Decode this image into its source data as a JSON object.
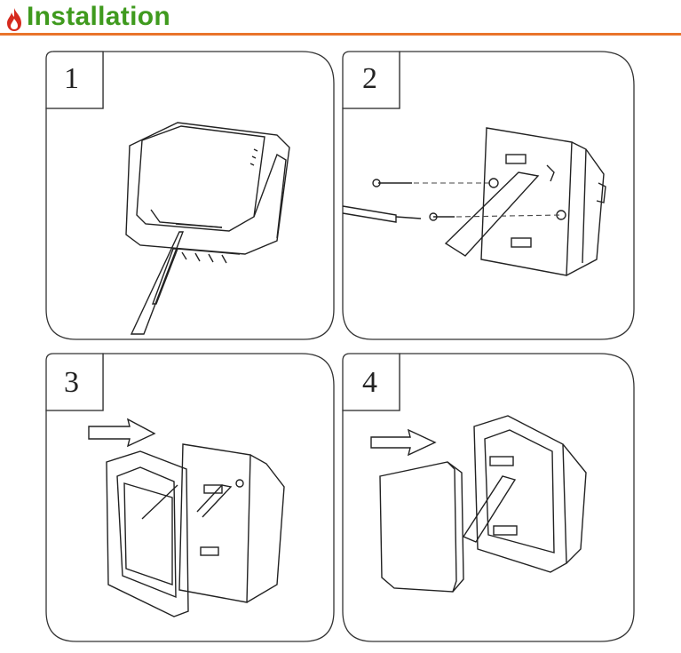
{
  "header": {
    "title": "Installation",
    "icon": "flame-icon",
    "title_color": "#3f9a1e",
    "rule_color": "#e9742b"
  },
  "steps": [
    {
      "number": "1"
    },
    {
      "number": "2"
    },
    {
      "number": "3"
    },
    {
      "number": "4"
    }
  ]
}
